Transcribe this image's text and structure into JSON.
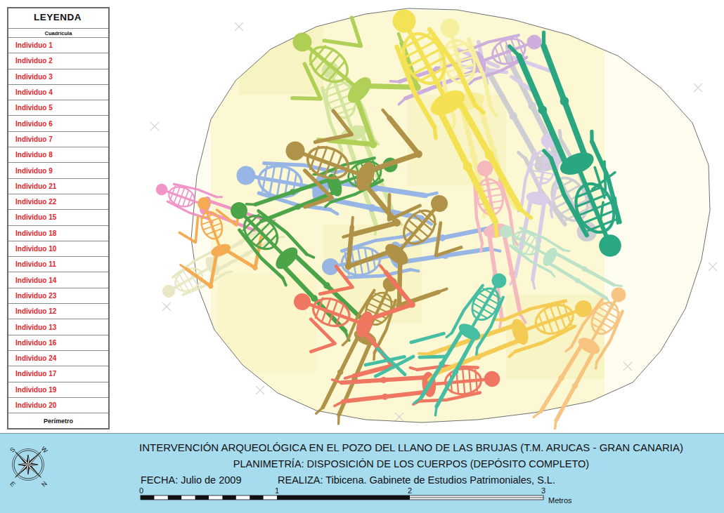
{
  "diagram": {
    "title": "INTERVENCIÓN ARQUEOLÓGICA EN EL POZO DEL LLANO DE LAS BRUJAS (T.M. ARUCAS - GRAN CANARIA)",
    "labels": [
      "PLANIMETRÍA: DISPOSICIÓN DE LOS CUERPOS (DEPÓSITO COMPLETO)",
      "FECHA: Julio de 2009",
      "REALIZA: Tibicena. Gabinete de Estudios Patrimoniales, S.L.",
      "0",
      "1",
      "2",
      "3",
      "Metros",
      "S",
      "W",
      "E",
      "N",
      "LEYENDA"
    ],
    "legend": [
      {
        "text": "Cuadrícula"
      },
      {
        "text": "Individuo 1"
      },
      {
        "text": "Individuo 2"
      },
      {
        "text": "Individuo 3"
      },
      {
        "text": "Individuo 4"
      },
      {
        "text": "Individuo 5"
      },
      {
        "text": "Individuo 6"
      },
      {
        "text": "Individuo 7"
      },
      {
        "text": "Individuo 8"
      },
      {
        "text": "Individuo 9"
      },
      {
        "text": "Individuo 21"
      },
      {
        "text": "Individuo 22"
      },
      {
        "text": "Individuo 15"
      },
      {
        "text": "Individuo 18"
      },
      {
        "text": "Individuo 10"
      },
      {
        "text": "Individuo 11"
      },
      {
        "text": "Individuo 14"
      },
      {
        "text": "Individuo 23"
      },
      {
        "text": "Individuo 12"
      },
      {
        "text": "Individuo 13"
      },
      {
        "text": "Individuo 16"
      },
      {
        "text": "Individuo 24"
      },
      {
        "text": "Individuo 17"
      },
      {
        "text": "Individuo 19"
      },
      {
        "text": "Individuo 20"
      },
      {
        "text": "Perímetro"
      }
    ]
  }
}
